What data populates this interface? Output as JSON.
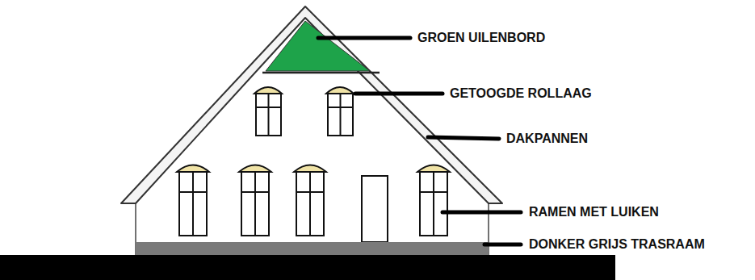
{
  "diagram": {
    "labels": [
      "GROEN UILENBORD",
      "GETOOGDE ROLLAAG",
      "DAKPANNEN",
      "RAMEN MET LUIKEN",
      "DONKER GRIJS TRASRAAM"
    ]
  }
}
